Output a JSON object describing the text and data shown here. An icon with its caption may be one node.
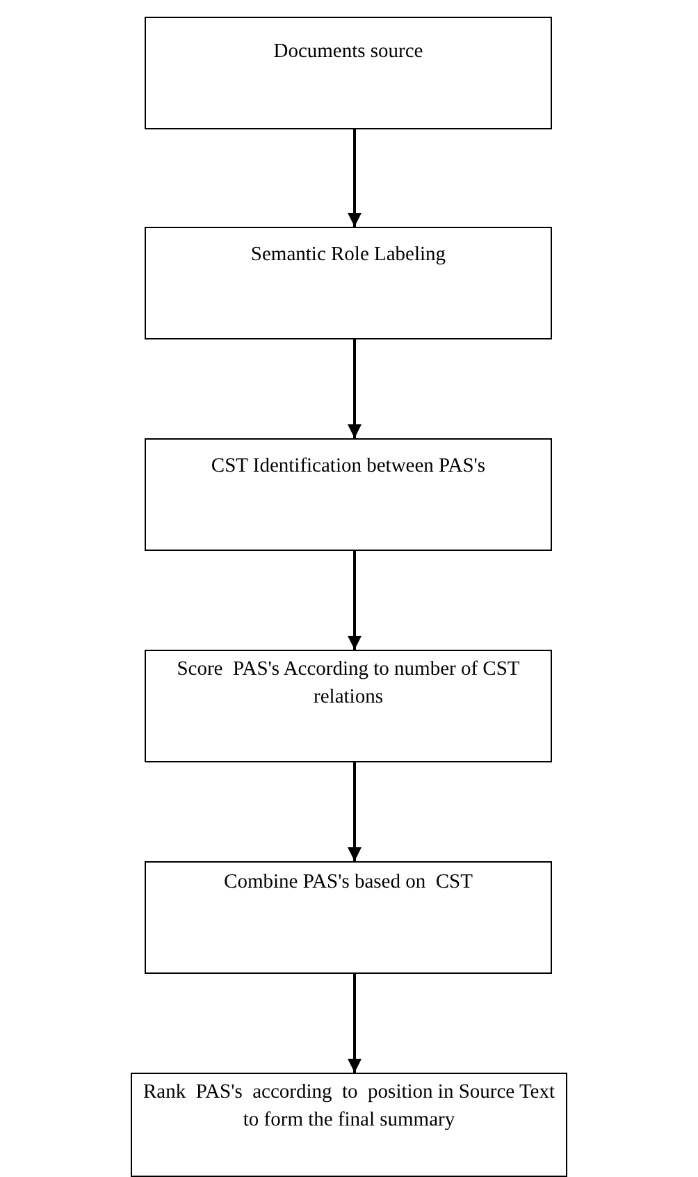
{
  "diagram": {
    "nodes": [
      {
        "text": [
          "Documents source"
        ]
      },
      {
        "text": [
          "Semantic Role Labeling"
        ]
      },
      {
        "text": [
          "CST Identification between PAS's"
        ]
      },
      {
        "text": [
          "Score  PAS's According to number of CST relations"
        ]
      },
      {
        "text": [
          "Combine PAS's based on  CST"
        ]
      },
      {
        "text": [
          "Rank  PAS's  according  to  position in Source Text to form the final summary"
        ]
      }
    ],
    "edges": [
      {
        "from": 0,
        "to": 1,
        "arrow": "to"
      },
      {
        "from": 1,
        "to": 2,
        "arrow": "to"
      },
      {
        "from": 2,
        "to": 3,
        "arrow": "to"
      },
      {
        "from": 3,
        "to": 4,
        "arrow": "to"
      },
      {
        "from": 4,
        "to": 5,
        "arrow": "to"
      }
    ]
  }
}
